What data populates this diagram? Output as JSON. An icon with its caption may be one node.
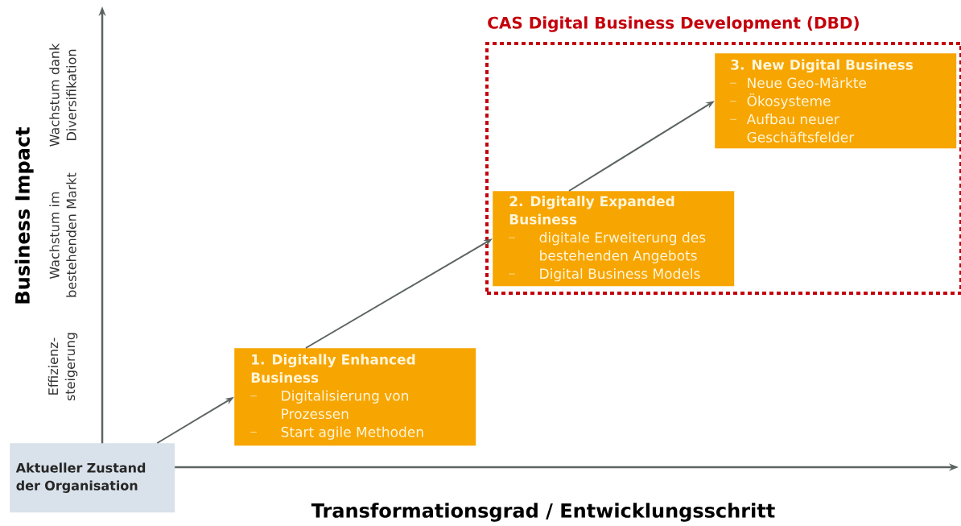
{
  "diagram": {
    "nodes": [
      {
        "text": [
          "CAS Digital Business Development (DBD)"
        ]
      },
      {
        "text": [
          "3. New Digital Business",
          "Neue Geo-Märkte",
          "Ökosysteme",
          "Aufbau neuer Geschäftsfelder"
        ],
        "in": 0
      },
      {
        "text": [
          "2. Digitally Expanded Business",
          "digitale Erweiterung des bestehenden Angebots",
          "Digital Business Models"
        ],
        "in": 0
      },
      {
        "text": [
          "1. Digitally Enhanced Business",
          "Digitalisierung von Prozessen",
          "Start agile Methoden"
        ]
      },
      {
        "text": [
          "Aktueller Zustand der Organisation"
        ]
      }
    ],
    "edges": [
      {
        "from": 4,
        "to": 3,
        "arrow": "to"
      },
      {
        "from": 3,
        "to": 2,
        "arrow": "to"
      },
      {
        "from": 2,
        "to": 1,
        "arrow": "to"
      }
    ],
    "labels": [
      "Wachstum dank Diversifikation",
      "Wachstum im bestehenden Markt",
      "Effizienz- steigerung",
      "Business Impact",
      "Transformationsgrad / Entwicklungsschritt"
    ]
  }
}
